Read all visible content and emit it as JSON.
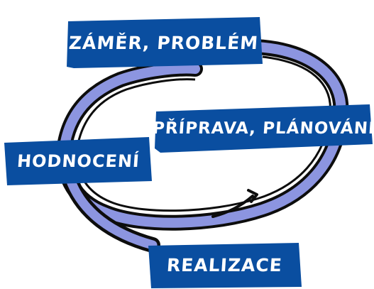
{
  "diagram": {
    "stages": [
      {
        "id": "zamer",
        "label": "ZÁMĚR, PROBLÉM"
      },
      {
        "id": "priprava",
        "label": "PŘÍPRAVA, PLÁNOVÁNÍ"
      },
      {
        "id": "hodnoceni",
        "label": "HODNOCENÍ"
      },
      {
        "id": "realizace",
        "label": "REALIZACE"
      }
    ],
    "colors": {
      "label_fill": "#0a4ea0",
      "label_text": "#ffffff",
      "ring_fill": "#8c95e0",
      "ring_outline": "#0d0d0d"
    }
  }
}
